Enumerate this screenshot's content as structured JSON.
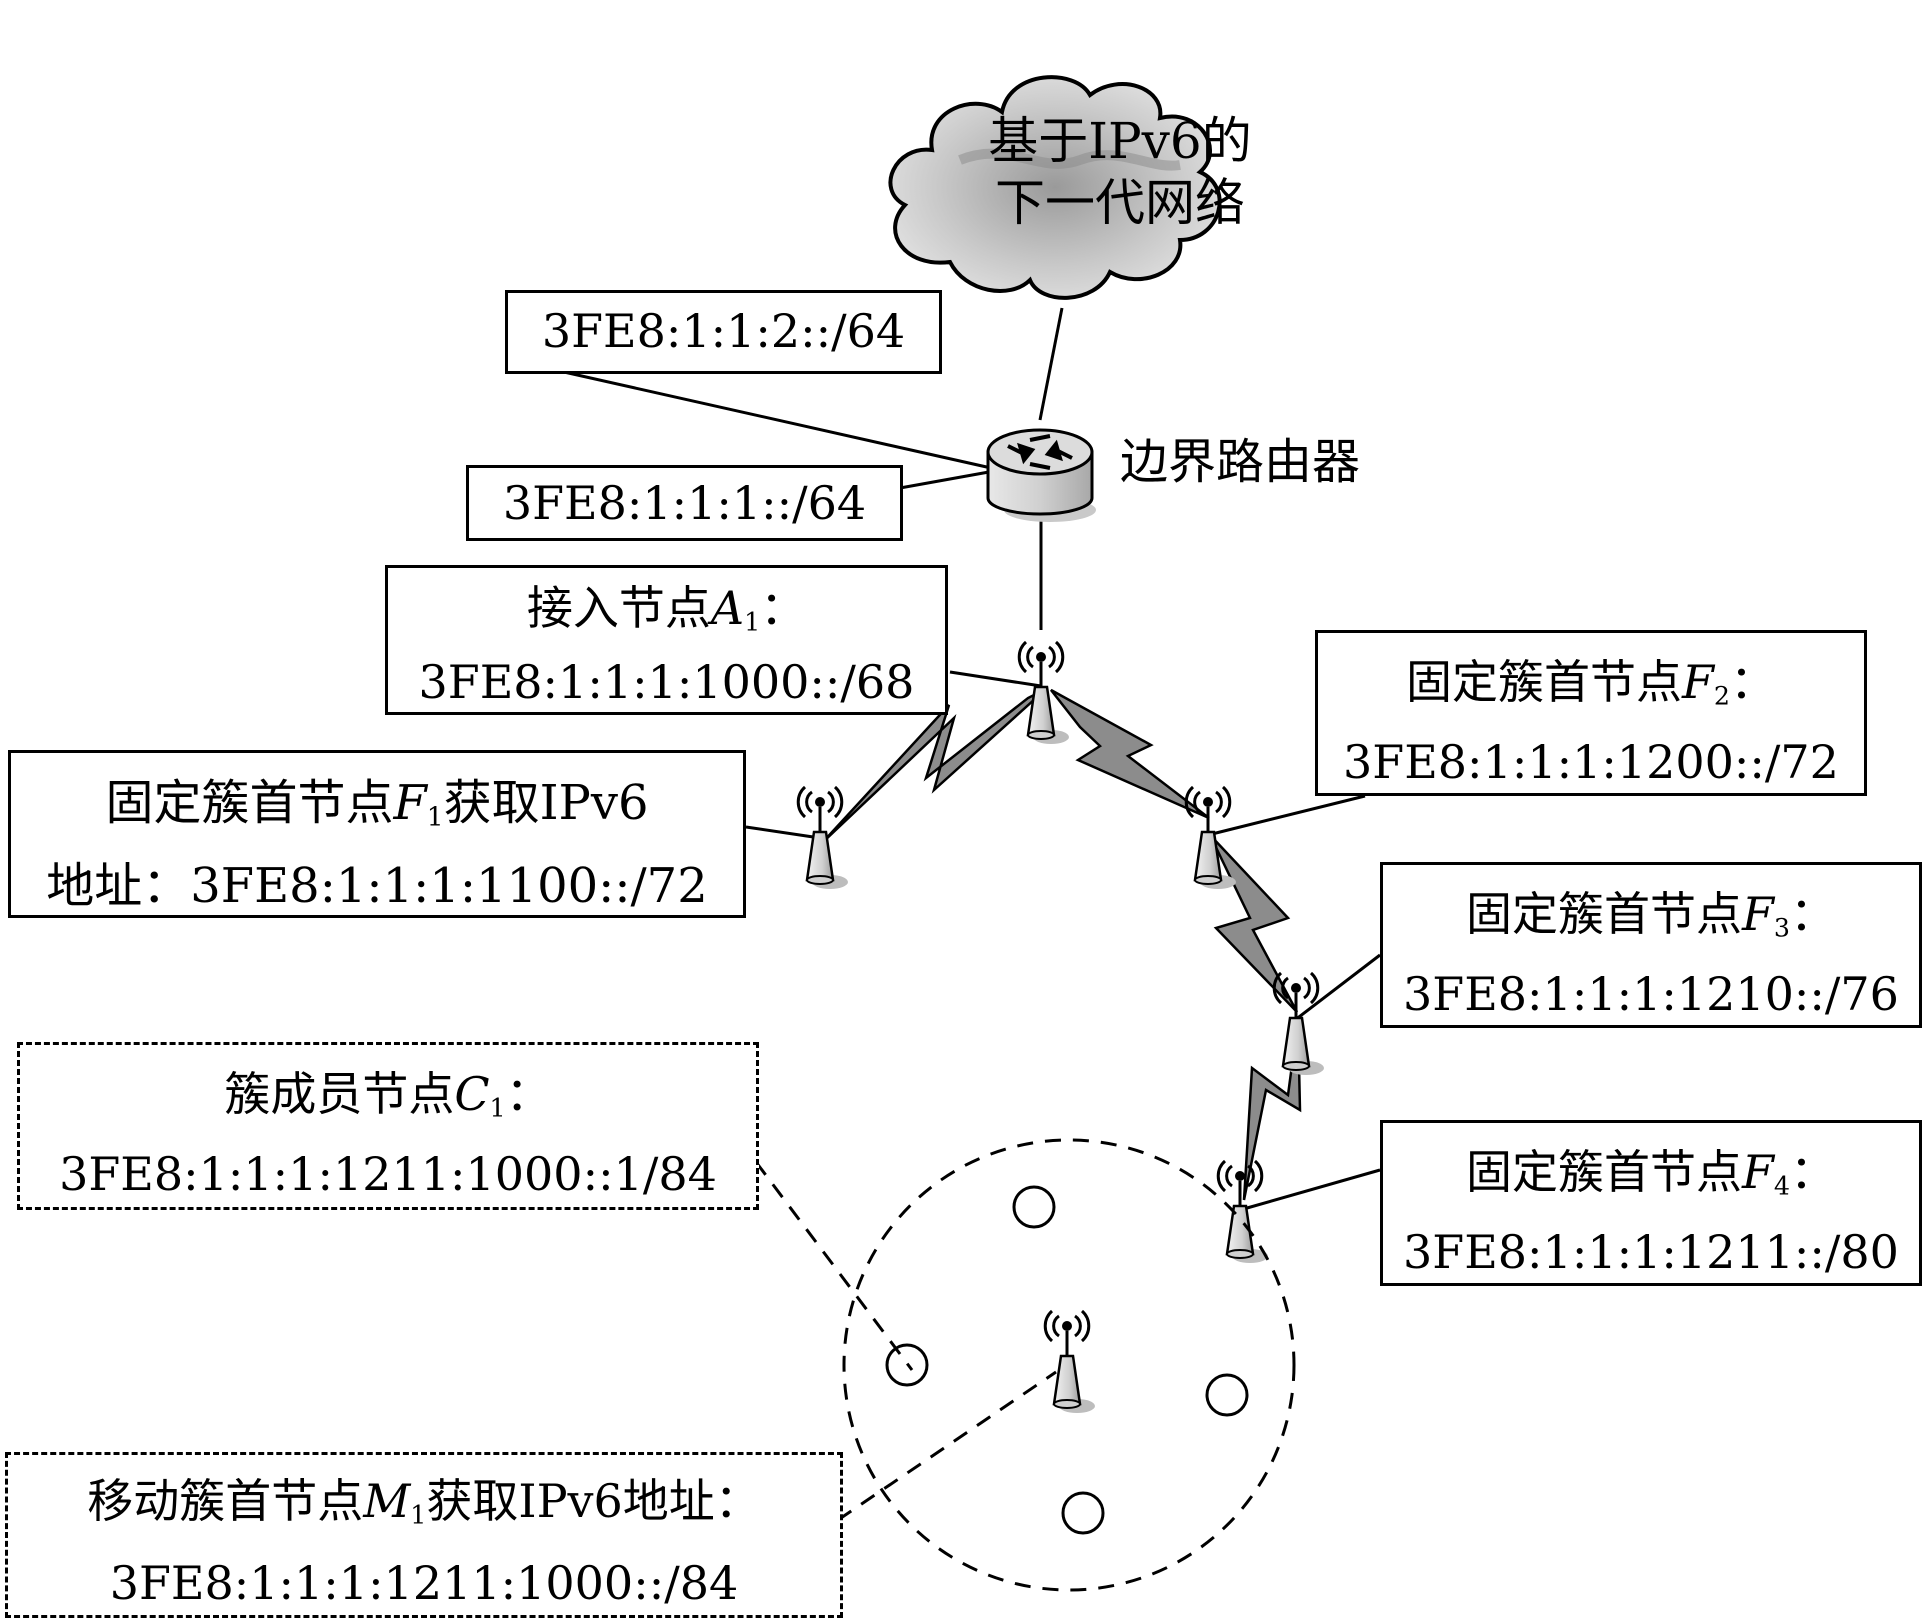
{
  "cloud": {
    "line1": "基于IPv6的",
    "line2": "下一代网络"
  },
  "router": {
    "label": "边界路由器"
  },
  "router_prefix_upper": "3FE8:1:1:2::/64",
  "router_prefix_lower": "3FE8:1:1:1::/64",
  "access_node": {
    "title_pre": "接入节点",
    "var": "A",
    "sub": "1",
    "colon": "：",
    "address": "3FE8:1:1:1:1000::/68"
  },
  "cluster_head_f1": {
    "title_pre": "固定簇首节点",
    "var": "F",
    "sub": "1",
    "title_post": "获取IPv6",
    "line2_pre": "地址：",
    "address": "3FE8:1:1:1:1100::/72"
  },
  "cluster_head_f2": {
    "title_pre": "固定簇首节点",
    "var": "F",
    "sub": "2",
    "colon": "：",
    "address": "3FE8:1:1:1:1200::/72"
  },
  "cluster_head_f3": {
    "title_pre": "固定簇首节点",
    "var": "F",
    "sub": "3",
    "colon": "：",
    "address": "3FE8:1:1:1:1210::/76"
  },
  "cluster_head_f4": {
    "title_pre": "固定簇首节点",
    "var": "F",
    "sub": "4",
    "colon": "：",
    "address": "3FE8:1:1:1:1211::/80"
  },
  "cluster_member_c1": {
    "title_pre": "簇成员节点",
    "var": "C",
    "sub": "1",
    "colon": "：",
    "address": "3FE8:1:1:1:1211:1000::1/84"
  },
  "mobile_head_m1": {
    "title_pre": "移动簇首节点",
    "var": "M",
    "sub": "1",
    "title_post": "获取IPv6地址：",
    "address": "3FE8:1:1:1:1211:1000::/84"
  }
}
